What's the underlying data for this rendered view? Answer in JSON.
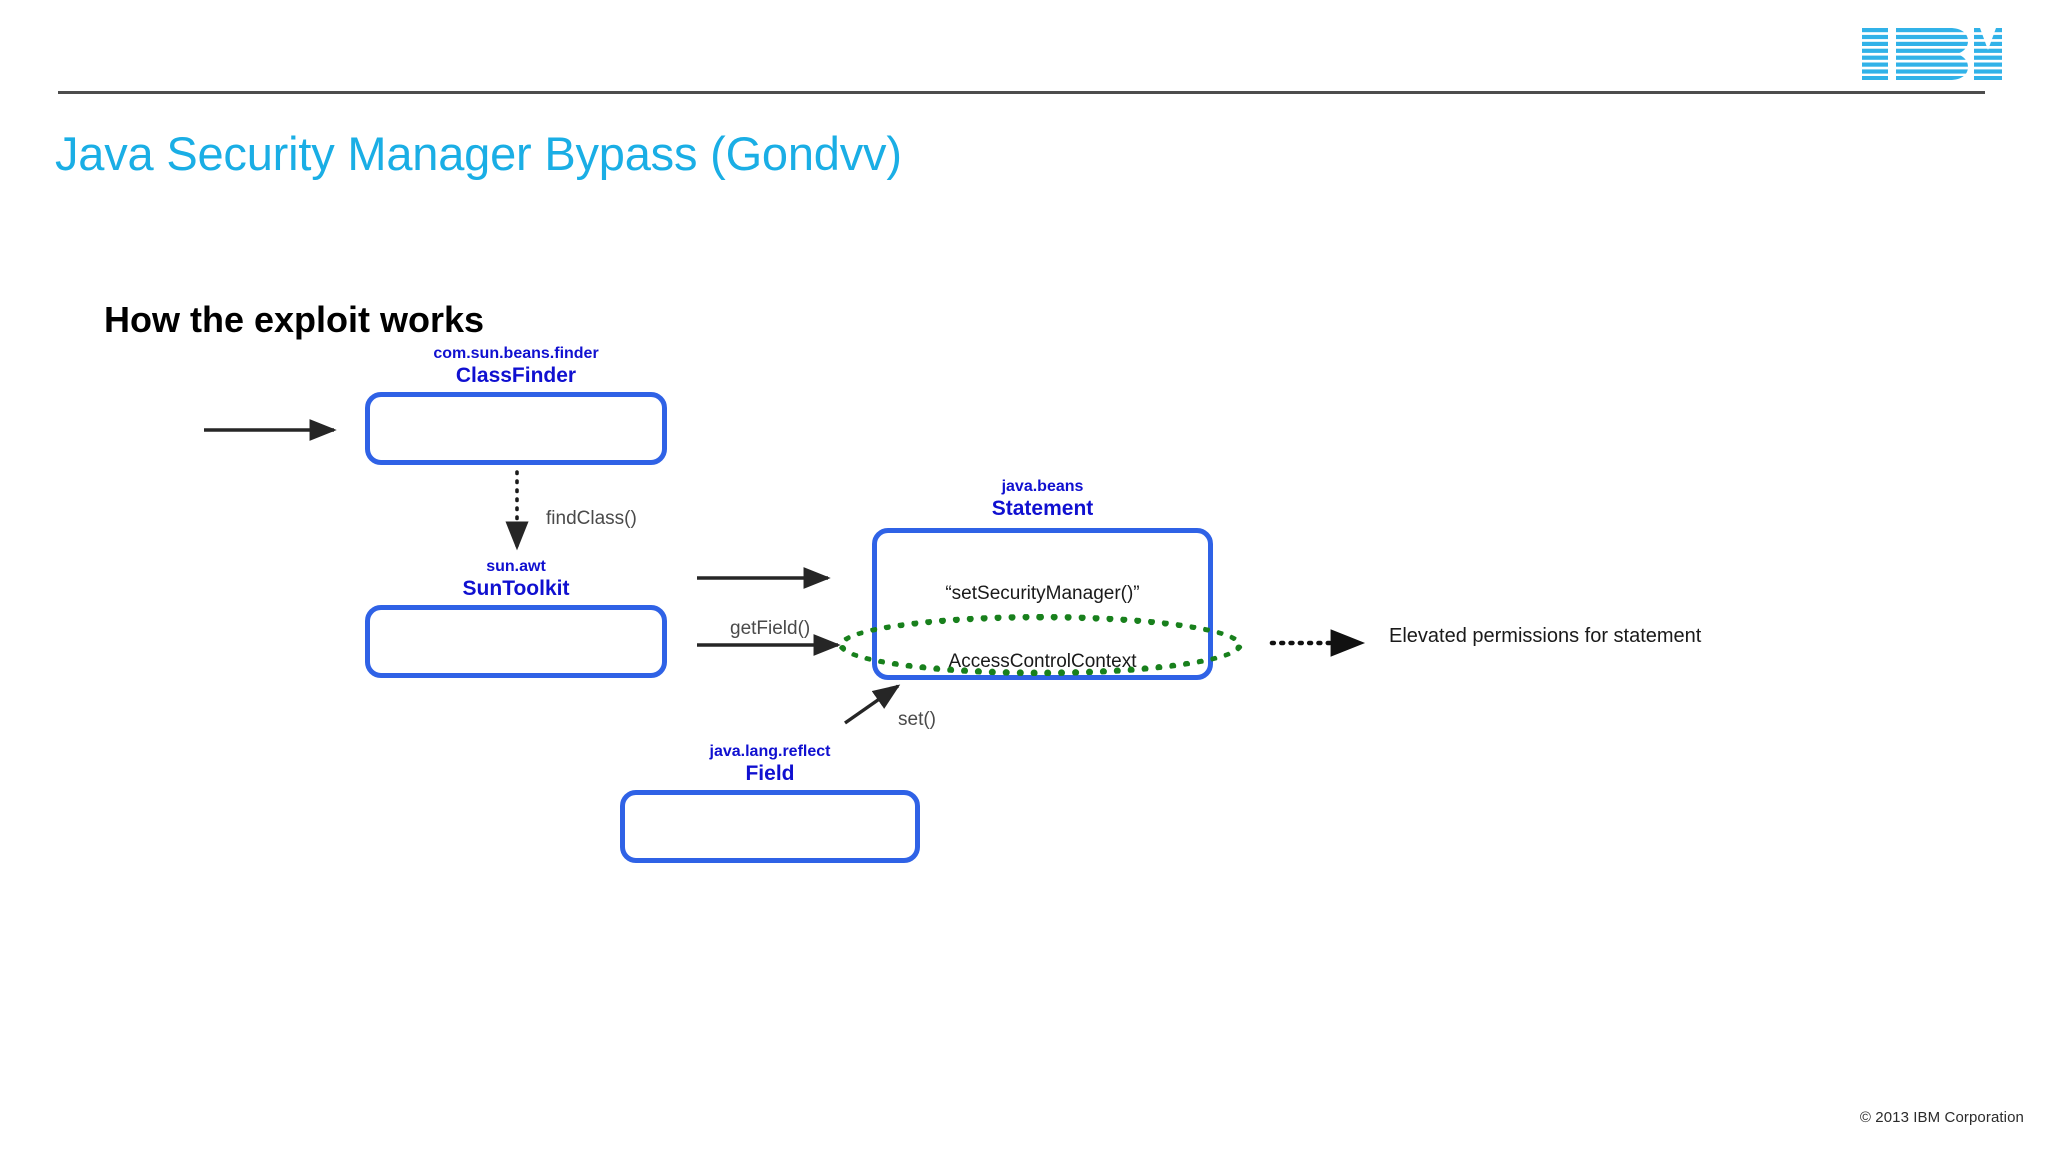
{
  "slide": {
    "title": "Java Security Manager Bypass (Gondvv)",
    "heading": "How the exploit works",
    "footer": "© 2013 IBM Corporation",
    "logo_alt": "IBM",
    "accent_color": "#1aaee5",
    "rule_color": "#4d4d4d",
    "box_border_color": "#2f62e6",
    "class_label_color": "#1010d0",
    "highlight_color": "#18801c"
  },
  "diagram": {
    "nodes": [
      {
        "id": "classfinder",
        "package": "com.sun.beans.finder",
        "name": "ClassFinder",
        "lines": []
      },
      {
        "id": "suntoolkit",
        "package": "sun.awt",
        "name": "SunToolkit",
        "lines": []
      },
      {
        "id": "statement",
        "package": "java.beans",
        "name": "Statement",
        "lines": [
          "“setSecurityManager()”",
          "AccessControlContext"
        ]
      },
      {
        "id": "field",
        "package": "java.lang.reflect",
        "name": "Field",
        "lines": []
      }
    ],
    "edges": [
      {
        "id": "entry",
        "label": "",
        "style": "solid",
        "from": "",
        "to": "classfinder"
      },
      {
        "id": "findclass",
        "label": "findClass()",
        "style": "dotted",
        "from": "classfinder",
        "to": "suntoolkit"
      },
      {
        "id": "top-to-stmt",
        "label": "",
        "style": "solid",
        "from": "suntoolkit",
        "to": "statement"
      },
      {
        "id": "getfield",
        "label": "getField()",
        "style": "solid",
        "from": "suntoolkit",
        "to": "statement"
      },
      {
        "id": "set",
        "label": "set()",
        "style": "solid",
        "from": "field",
        "to": "statement"
      },
      {
        "id": "elevated",
        "label": "",
        "style": "dotted",
        "from": "statement",
        "to": "elevated-permissions"
      }
    ],
    "highlight": {
      "target": "AccessControlContext",
      "shape": "ellipse",
      "stroke": "dotted-green"
    },
    "annotations": [
      {
        "id": "elevated-permissions",
        "text": "Elevated permissions for statement"
      }
    ]
  }
}
